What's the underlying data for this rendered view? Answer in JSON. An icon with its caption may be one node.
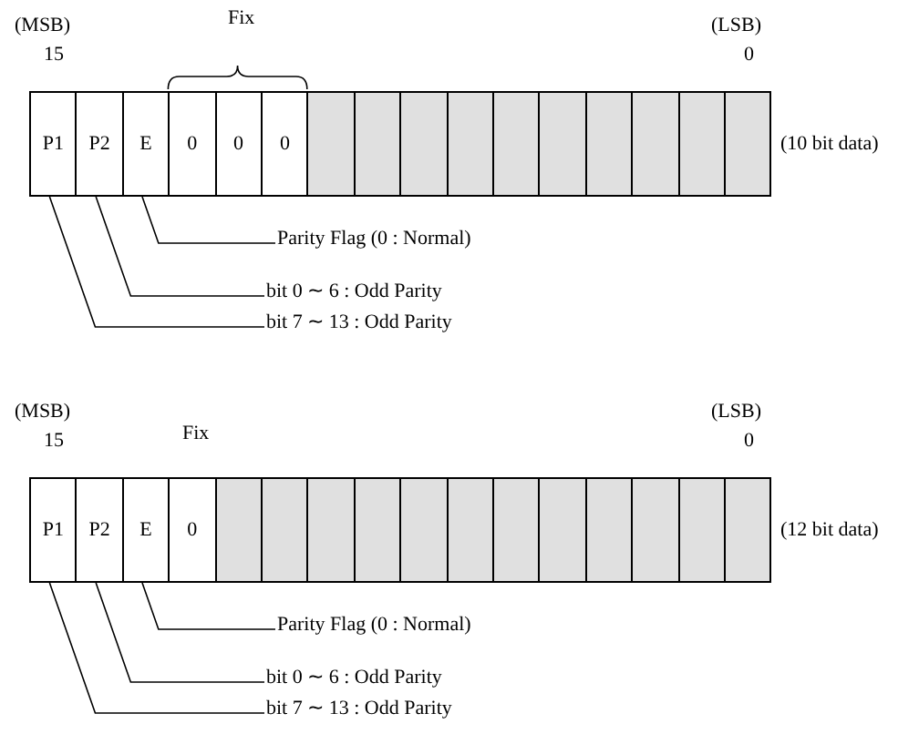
{
  "diagram": {
    "nodes": [
      {
        "text": [
          "P1"
        ]
      },
      {
        "text": [
          "P2"
        ]
      },
      {
        "text": [
          "E"
        ]
      },
      {
        "text": [
          "0"
        ]
      },
      {
        "text": [
          "0"
        ]
      },
      {
        "text": [
          "0"
        ]
      },
      {
        "text": [],
        "shape": "box"
      },
      {
        "text": [],
        "shape": "box"
      },
      {
        "text": [],
        "shape": "box"
      },
      {
        "text": [],
        "shape": "box"
      },
      {
        "text": [],
        "shape": "box"
      },
      {
        "text": [],
        "shape": "box"
      },
      {
        "text": [],
        "shape": "box"
      },
      {
        "text": [],
        "shape": "box"
      },
      {
        "text": [],
        "shape": "box"
      },
      {
        "text": [],
        "shape": "box"
      },
      {
        "text": [
          "Parity Flag (0 : Normal)"
        ]
      },
      {
        "text": [
          "bit 0 ∼ 6 : Odd Parity"
        ]
      },
      {
        "text": [
          "bit 7 ∼ 13 : Odd Parity"
        ]
      },
      {
        "text": [
          "P1"
        ]
      },
      {
        "text": [
          "P2"
        ]
      },
      {
        "text": [
          "E"
        ]
      },
      {
        "text": [
          "0"
        ]
      },
      {
        "text": [],
        "shape": "box"
      },
      {
        "text": [],
        "shape": "box"
      },
      {
        "text": [],
        "shape": "box"
      },
      {
        "text": [],
        "shape": "box"
      },
      {
        "text": [],
        "shape": "box"
      },
      {
        "text": [],
        "shape": "box"
      },
      {
        "text": [],
        "shape": "box"
      },
      {
        "text": [],
        "shape": "box"
      },
      {
        "text": [],
        "shape": "box"
      },
      {
        "text": [],
        "shape": "box"
      },
      {
        "text": [],
        "shape": "box"
      },
      {
        "text": [],
        "shape": "box"
      },
      {
        "text": [
          "Parity Flag (0 : Normal)"
        ]
      },
      {
        "text": [
          "bit 0 ∼ 6 : Odd Parity"
        ]
      },
      {
        "text": [
          "bit 7 ∼ 13 : Odd Parity"
        ]
      }
    ],
    "edges": [
      {
        "from": 16,
        "to": 2,
        "arrow": "none"
      },
      {
        "from": 17,
        "to": 1,
        "arrow": "none"
      },
      {
        "from": 18,
        "to": 0,
        "arrow": "none"
      },
      {
        "from": 35,
        "to": 21,
        "arrow": "none"
      },
      {
        "from": 36,
        "to": 20,
        "arrow": "none"
      },
      {
        "from": 37,
        "to": 19,
        "arrow": "none"
      }
    ],
    "labels": [
      "(MSB)",
      "Fix",
      "(LSB)",
      "15",
      "0",
      "(10 bit data)",
      "(MSB)",
      "(LSB)",
      "Fix",
      "15",
      "0",
      "(12 bit data)"
    ]
  }
}
